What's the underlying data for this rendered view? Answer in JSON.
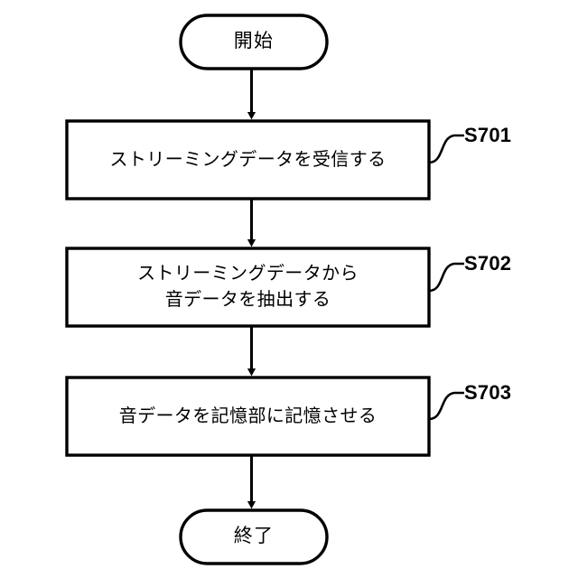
{
  "diagram": {
    "type": "flowchart",
    "orientation": "vertical",
    "background_color": "#ffffff",
    "stroke_color": "#000000",
    "fill_color": "#ffffff",
    "nodes": [
      {
        "id": "start",
        "shape": "terminal",
        "label": "開始"
      },
      {
        "id": "s701",
        "shape": "process",
        "label_line1": "ストリーミングデータを受信する",
        "label_line2": "",
        "step_code": "S701"
      },
      {
        "id": "s702",
        "shape": "process",
        "label_line1": "ストリーミングデータから",
        "label_line2": "音データを抽出する",
        "step_code": "S702"
      },
      {
        "id": "s703",
        "shape": "process",
        "label_line1": "音データを記憶部に記憶させる",
        "label_line2": "",
        "step_code": "S703"
      },
      {
        "id": "end",
        "shape": "terminal",
        "label": "終了"
      }
    ],
    "connectors": [
      {
        "from": "start",
        "to": "s701",
        "arrow": "down"
      },
      {
        "from": "s701",
        "to": "s702",
        "arrow": "down"
      },
      {
        "from": "s702",
        "to": "s703",
        "arrow": "down"
      },
      {
        "from": "s703",
        "to": "end",
        "arrow": "down"
      }
    ]
  }
}
